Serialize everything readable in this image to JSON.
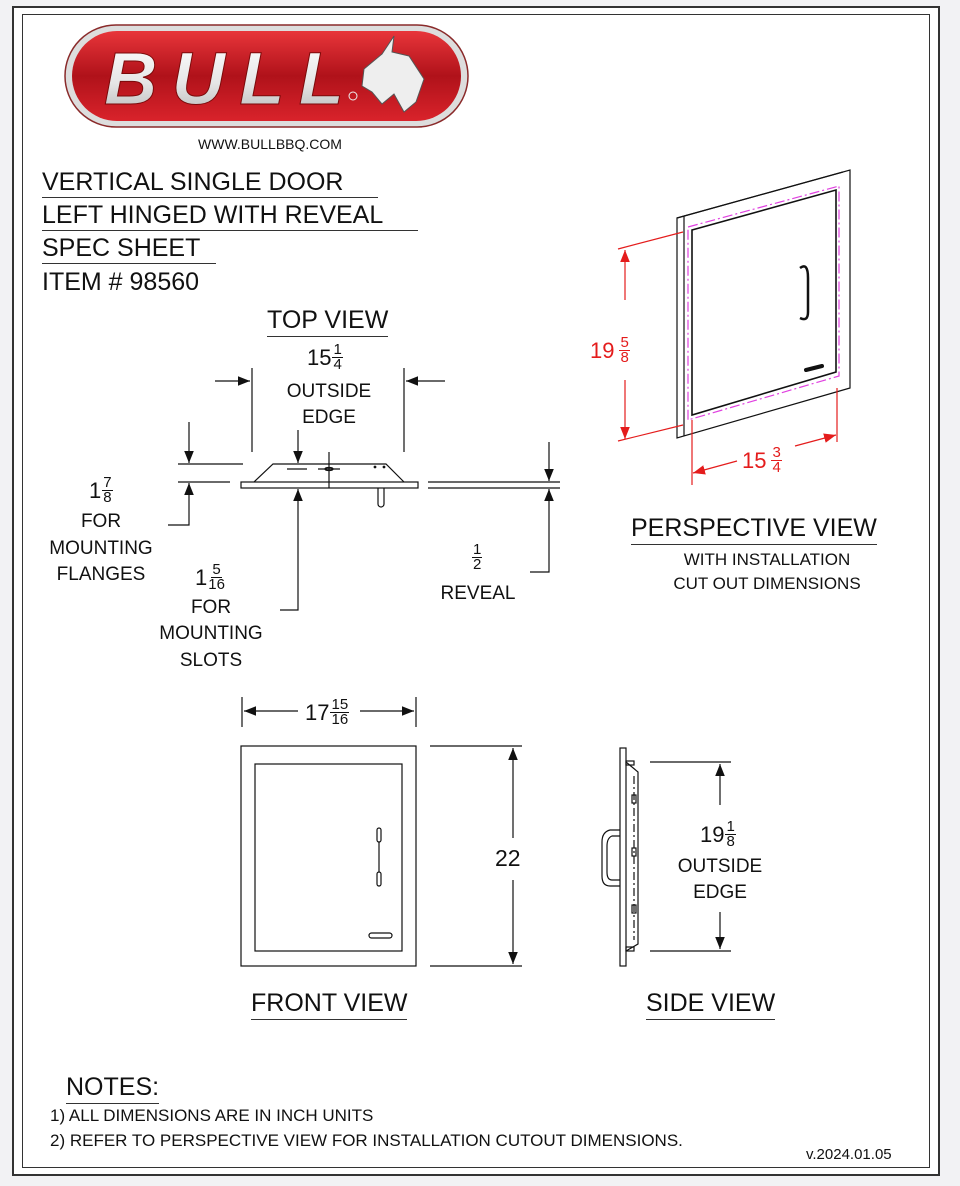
{
  "brand": {
    "logo_text": "BULL",
    "website": "WWW.BULLBBQ.COM"
  },
  "title_lines": [
    "VERTICAL SINGLE DOOR",
    "LEFT HINGED WITH REVEAL",
    "SPEC SHEET"
  ],
  "item_number": "ITEM # 98560",
  "top_view": {
    "heading": "TOP VIEW",
    "outside_width": {
      "whole": "15",
      "num": "1",
      "den": "4"
    },
    "outside_label_1": "OUTSIDE",
    "outside_label_2": "EDGE",
    "flange": {
      "whole": "1",
      "num": "7",
      "den": "8",
      "line1": "FOR",
      "line2": "MOUNTING",
      "line3": "FLANGES"
    },
    "slots": {
      "whole": "1",
      "num": "5",
      "den": "16",
      "line1": "FOR",
      "line2": "MOUNTING",
      "line3": "SLOTS"
    },
    "reveal": {
      "num": "1",
      "den": "2",
      "label": "REVEAL"
    }
  },
  "perspective_view": {
    "heading": "PERSPECTIVE VIEW",
    "sub1": "WITH INSTALLATION",
    "sub2": "CUT OUT DIMENSIONS",
    "cutout_height": {
      "whole": "19",
      "num": "5",
      "den": "8"
    },
    "cutout_width": {
      "whole": "15",
      "num": "3",
      "den": "4"
    }
  },
  "front_view": {
    "heading": "FRONT VIEW",
    "width": {
      "whole": "17",
      "num": "15",
      "den": "16"
    },
    "height": "22"
  },
  "side_view": {
    "heading": "SIDE VIEW",
    "height": {
      "whole": "19",
      "num": "1",
      "den": "8"
    },
    "label1": "OUTSIDE",
    "label2": "EDGE"
  },
  "notes": {
    "heading": "NOTES:",
    "items": [
      "1)  ALL DIMENSIONS ARE IN INCH UNITS",
      "2)  REFER TO PERSPECTIVE VIEW FOR INSTALLATION CUTOUT DIMENSIONS."
    ]
  },
  "version": "v.2024.01.05",
  "colors": {
    "brand_red": "#c8161d",
    "dimension_red": "#e41c1c",
    "cutout_magenta": "#e040e0"
  }
}
